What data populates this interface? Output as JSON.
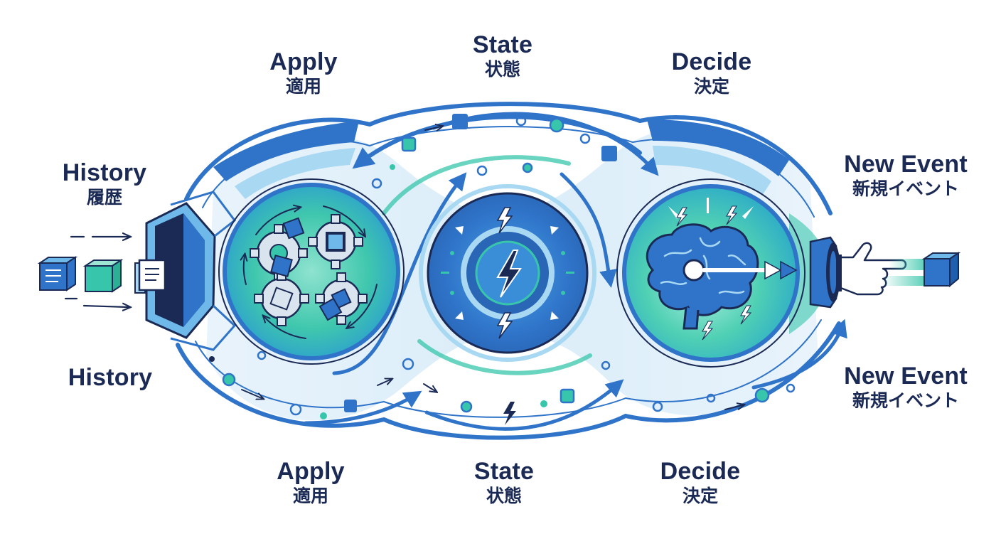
{
  "labels": {
    "history_top": {
      "en": "History",
      "ja": "履歴"
    },
    "apply_top": {
      "en": "Apply",
      "ja": "適用"
    },
    "state_top": {
      "en": "State",
      "ja": "状態"
    },
    "decide_top": {
      "en": "Decide",
      "ja": "決定"
    },
    "new_event_top": {
      "en": "New Event",
      "ja": "新規イベント"
    },
    "history_bottom": {
      "en": "History"
    },
    "apply_bottom": {
      "en": "Apply",
      "ja": "適用"
    },
    "state_bottom": {
      "en": "State",
      "ja": "状態"
    },
    "decide_bottom": {
      "en": "Decide",
      "ja": "決定"
    },
    "new_event_bottom": {
      "en": "New Event",
      "ja": "新規イベント"
    }
  },
  "colors": {
    "navy": "#1b2a55",
    "blue": "#2f74c9",
    "deep_blue": "#1f5fae",
    "teal": "#37c6ab",
    "teal_light": "#a7e7d8",
    "pale": "#e4f0fa"
  },
  "icons": [
    "event-cube-icon",
    "funnel-icon",
    "gear-icon",
    "lightning-icon",
    "brain-icon",
    "pointing-hand-icon"
  ]
}
